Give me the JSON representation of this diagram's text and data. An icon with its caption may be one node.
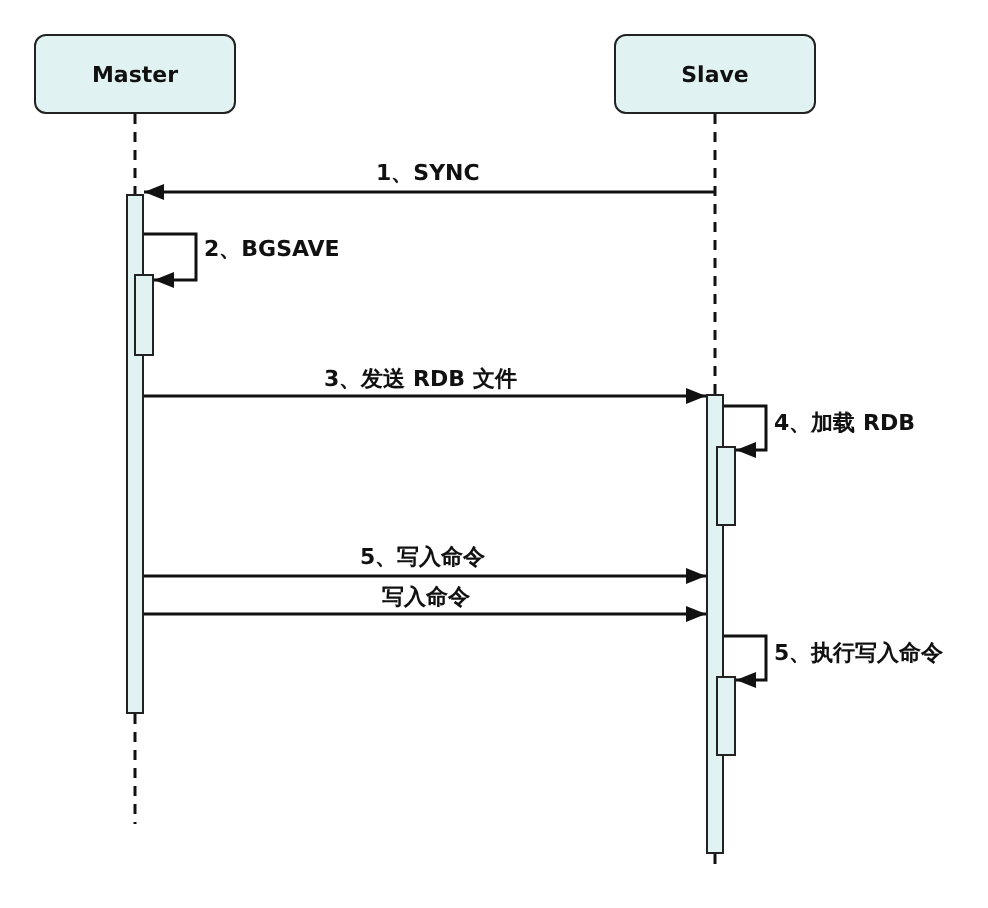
{
  "diagram": {
    "nodes": [
      {
        "text": [
          "Master"
        ]
      },
      {
        "text": [
          "Slave"
        ]
      },
      {
        "text": [],
        "shape": "bar"
      },
      {
        "text": [],
        "shape": "bar"
      },
      {
        "text": [],
        "shape": "bar"
      },
      {
        "text": [],
        "shape": "bar"
      },
      {
        "text": [],
        "shape": "bar"
      }
    ],
    "edges": [
      {
        "from": 0,
        "to": 2,
        "arrow": "none",
        "style": "dashed"
      },
      {
        "from": 1,
        "to": 4,
        "arrow": "none",
        "style": "dashed"
      },
      {
        "from": null,
        "to": 2,
        "arrow": "to",
        "label": "1、SYNC"
      },
      {
        "from": 2,
        "to": 3,
        "arrow": "to",
        "label": "2、BGSAVE"
      },
      {
        "from": 2,
        "to": 4,
        "arrow": "to",
        "label": "3、发送 RDB 文件"
      },
      {
        "from": 4,
        "to": 5,
        "arrow": "to",
        "label": "4、加载 RDB"
      },
      {
        "from": 2,
        "to": 4,
        "arrow": "to",
        "label": "5、写入命令"
      },
      {
        "from": 2,
        "to": 4,
        "arrow": "to",
        "label": "写入命令"
      },
      {
        "from": 4,
        "to": 6,
        "arrow": "to",
        "label": "5、执行写入命令"
      }
    ]
  }
}
